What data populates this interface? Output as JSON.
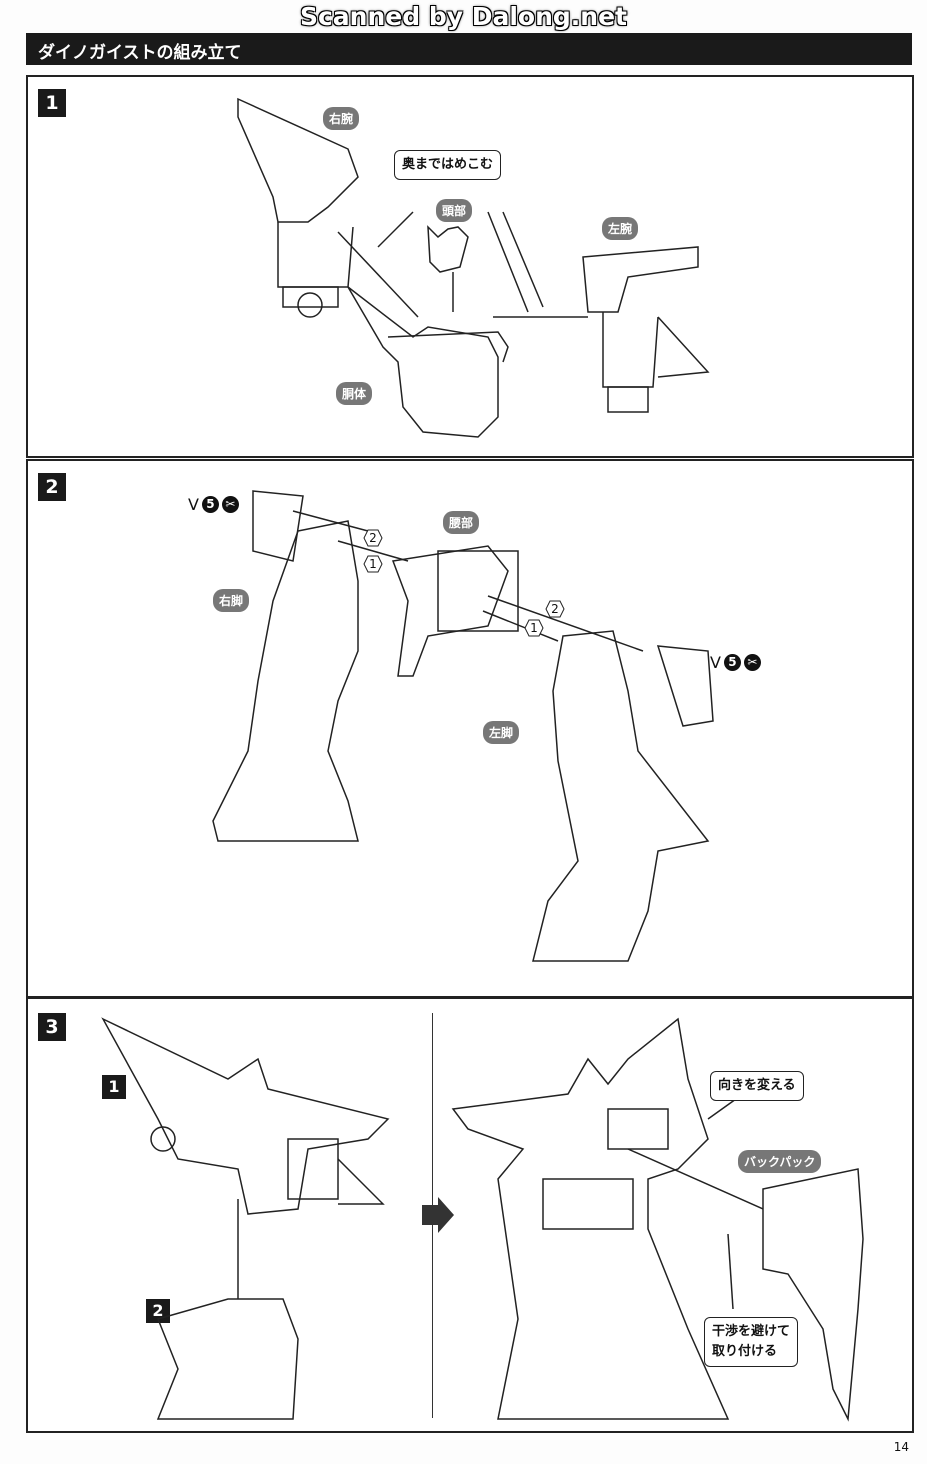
{
  "watermark": "Scanned by Dalong.net",
  "header": {
    "title": "ダイノガイストの組み立て"
  },
  "steps": {
    "s1": "1",
    "s2": "2",
    "s3": "3",
    "s3a": "1",
    "s3b": "2"
  },
  "panel1": {
    "right_arm": "右腕",
    "head": "頭部",
    "left_arm": "左腕",
    "torso": "胴体",
    "instruction": "奥まではめこむ"
  },
  "panel2": {
    "waist": "腰部",
    "right_leg": "右脚",
    "left_leg": "左脚",
    "v_left": "V",
    "v_right": "V",
    "part_number": "5",
    "order1": "1",
    "order2": "2"
  },
  "panel3": {
    "change_direction": "向きを変える",
    "backpack": "バックパック",
    "avoid_line1": "干渉を避けて",
    "avoid_line2": "取り付ける"
  },
  "page_number": "14"
}
